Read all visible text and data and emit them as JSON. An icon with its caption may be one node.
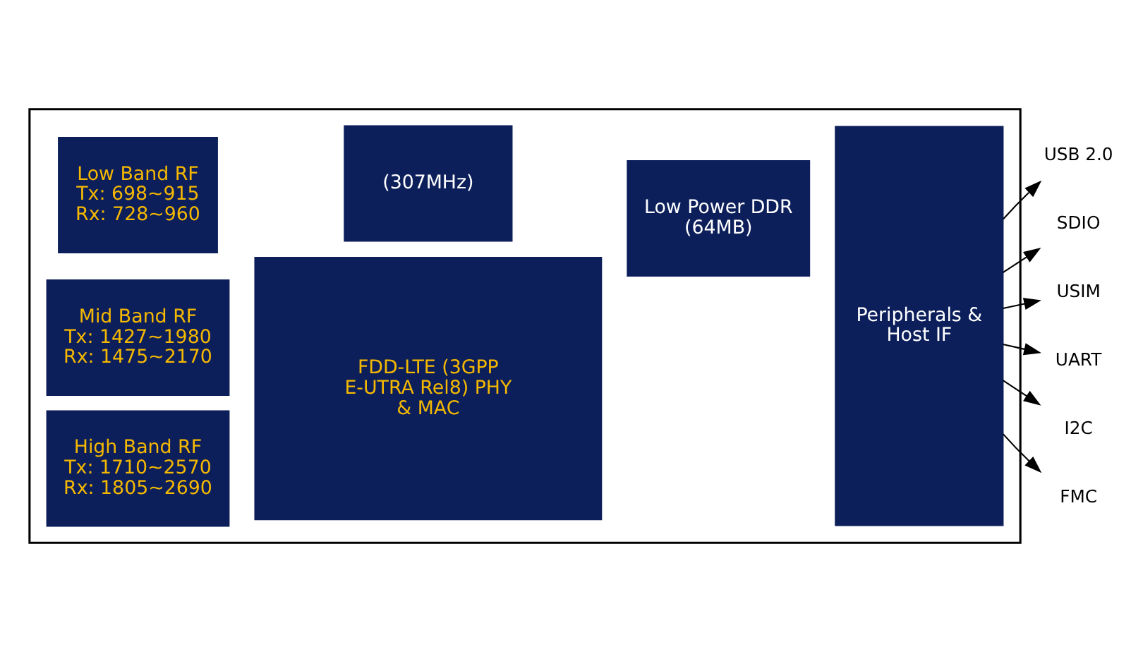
{
  "diagram": {
    "nodes": [
      {
        "text": [],
        "shape": "box"
      },
      {
        "text": [
          "Low Band RF",
          "Tx: 698~915",
          "Rx: 728~960"
        ],
        "in": 0
      },
      {
        "text": [
          "(307MHz)"
        ],
        "in": 0
      },
      {
        "text": [
          "Low Power DDR (64MB)"
        ],
        "in": 0
      },
      {
        "text": [
          "Peripherals & Host IF"
        ],
        "in": 0
      },
      {
        "text": [
          "Mid Band RF",
          "Tx: 1427~1980",
          "Rx: 1475~2170"
        ],
        "in": 0
      },
      {
        "text": [
          "FDD-LTE (3GPP E-UTRA Rel8) PHY & MAC"
        ],
        "in": 0
      },
      {
        "text": [
          "High Band RF",
          "Tx: 1710~2570",
          "Rx: 1805~2690"
        ],
        "in": 0
      },
      {
        "text": [
          "USB 2.0"
        ]
      },
      {
        "text": [
          "SDIO"
        ]
      },
      {
        "text": [
          "USIM"
        ]
      },
      {
        "text": [
          "UART"
        ]
      },
      {
        "text": [
          "I2C"
        ]
      },
      {
        "text": [
          "FMC"
        ]
      }
    ],
    "edges": [
      {
        "from": 4,
        "to": 8,
        "arrow": "to"
      },
      {
        "from": 4,
        "to": 9,
        "arrow": "to"
      },
      {
        "from": 4,
        "to": 10,
        "arrow": "to"
      },
      {
        "from": 4,
        "to": 11,
        "arrow": "to"
      },
      {
        "from": 4,
        "to": 12,
        "arrow": "to"
      },
      {
        "from": 4,
        "to": 13,
        "arrow": "to"
      }
    ]
  }
}
